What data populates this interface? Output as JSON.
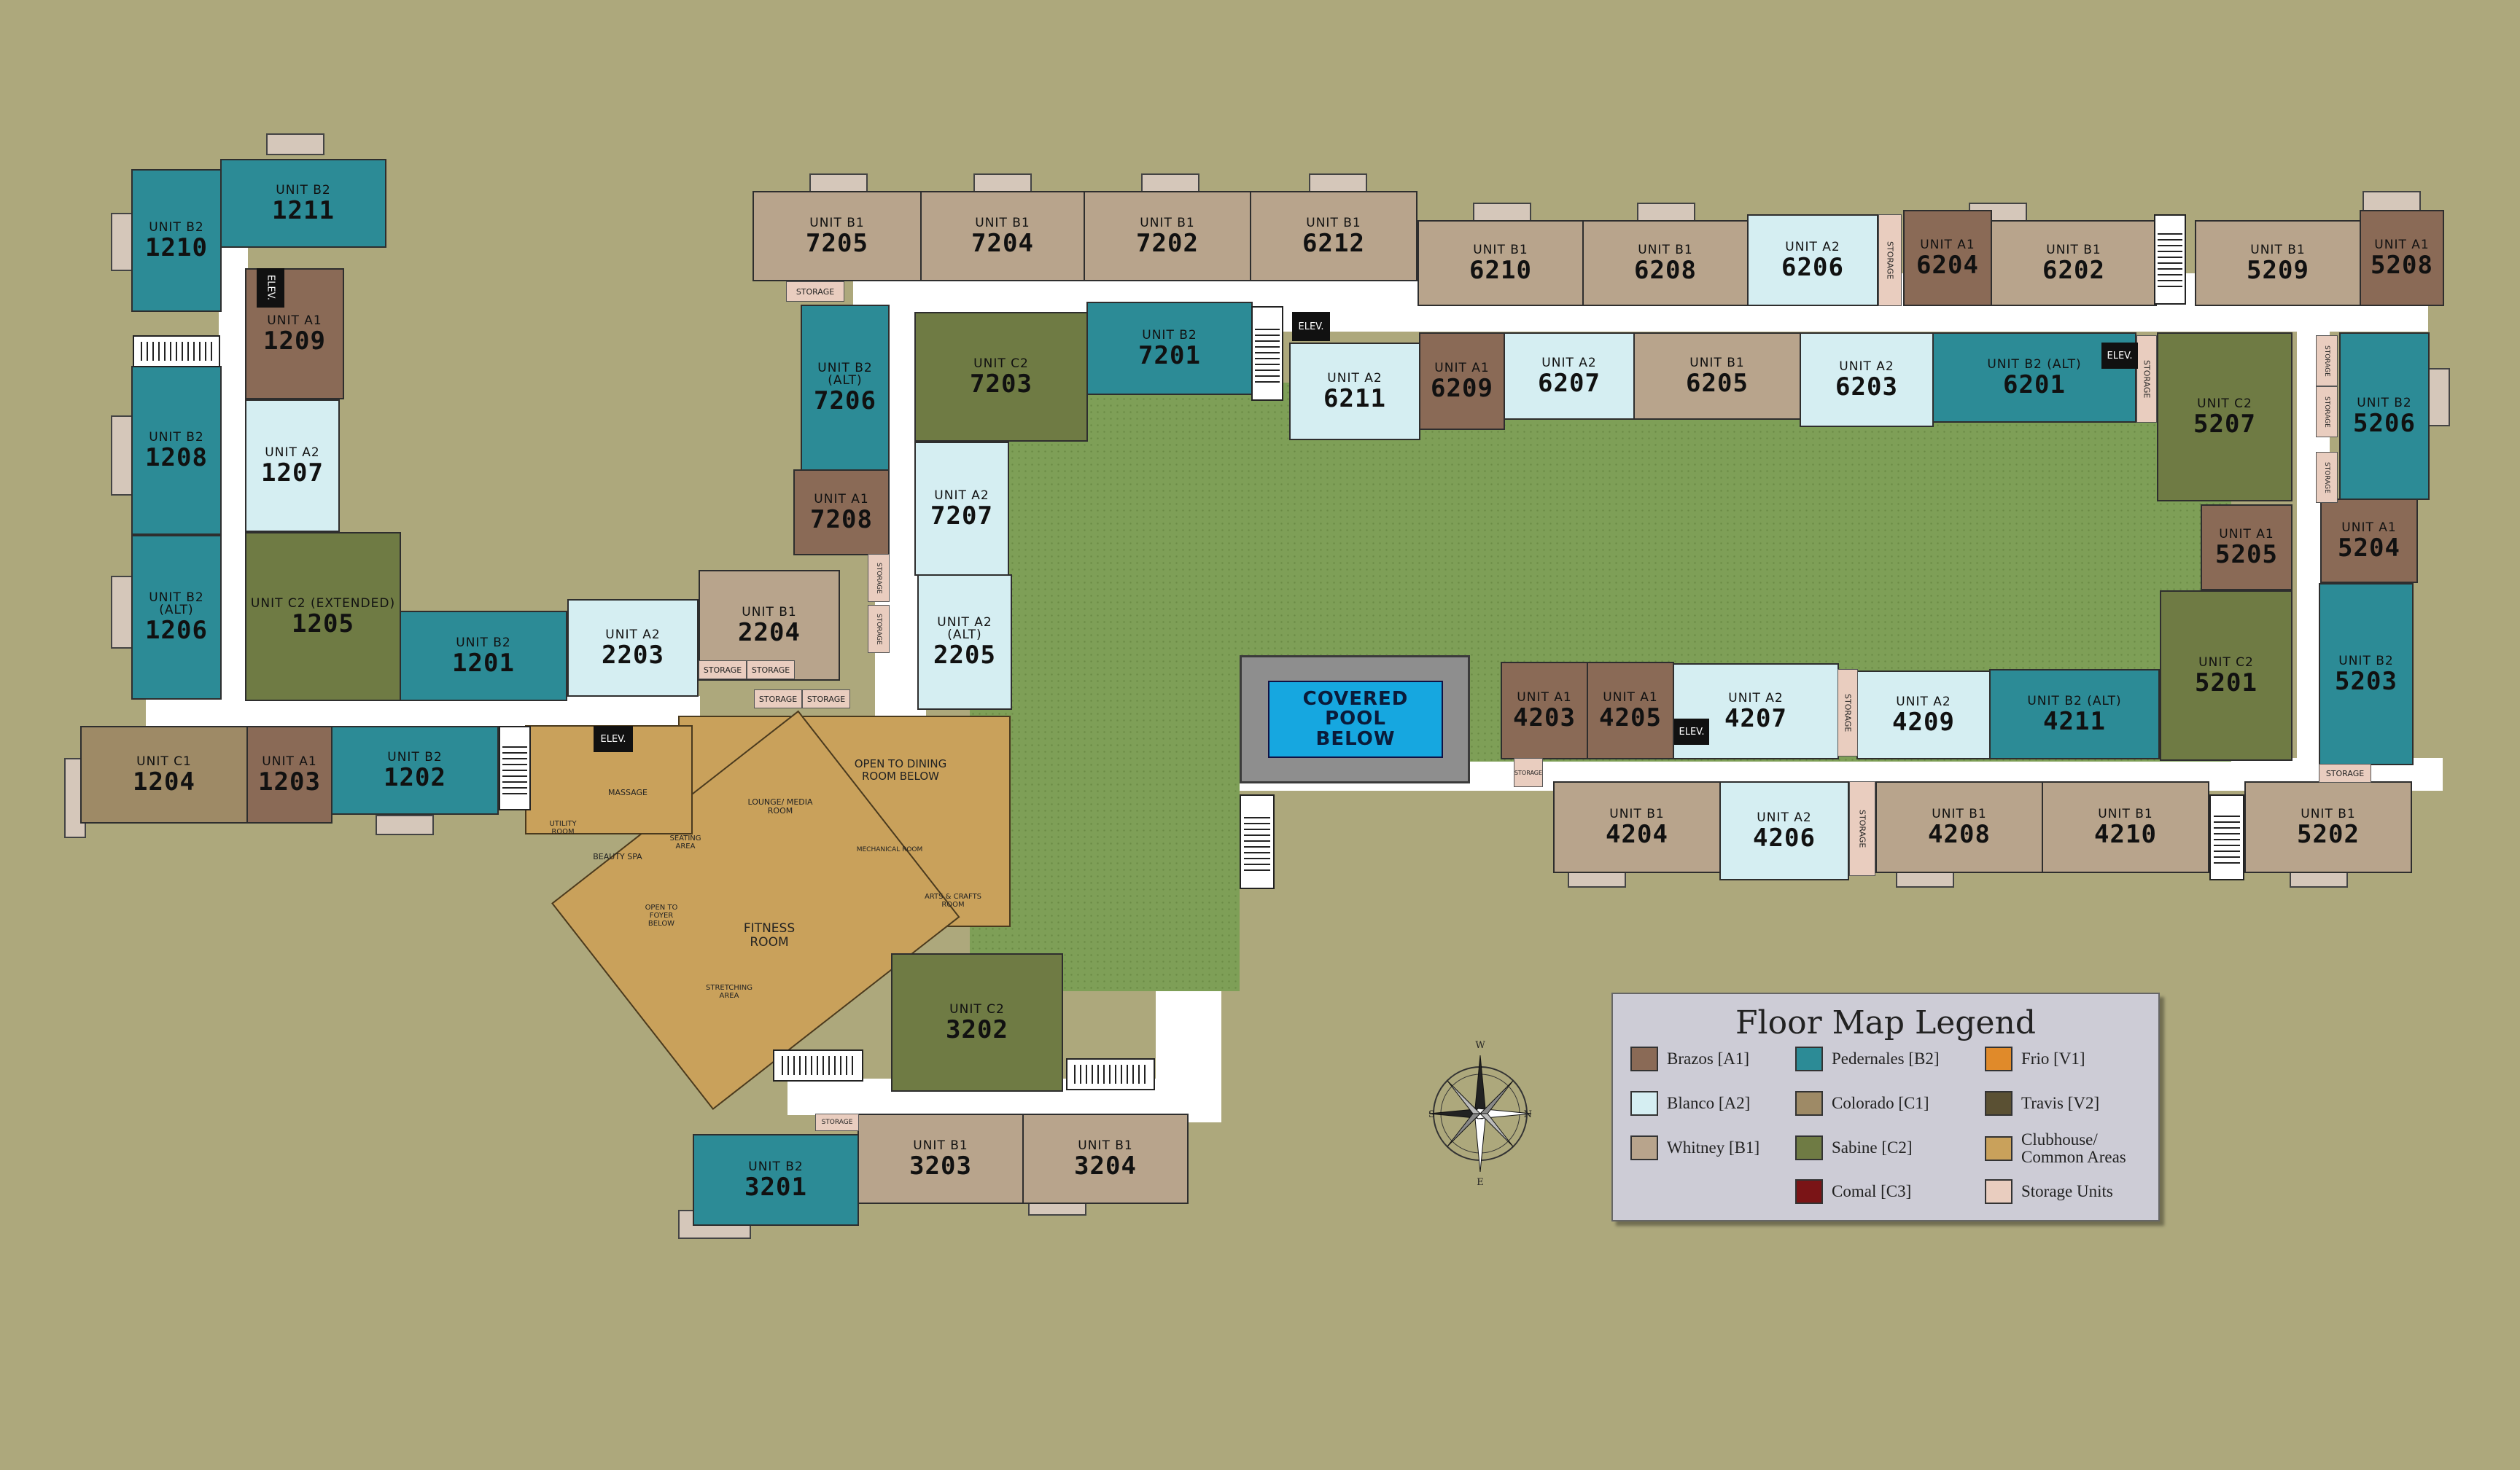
{
  "unit_label_prefix": "UNIT",
  "colors": {
    "background": "#ada87c",
    "brazos_a1": "#8a6a56",
    "blanco_a2": "#d5eef2",
    "whitney_b1": "#b8a48c",
    "pedernales_b2": "#2c8b96",
    "colorado_c1": "#9e8a66",
    "sabine_c2": "#6f7b44",
    "comal_c3": "#7a1416",
    "frio_v1": "#e08a2a",
    "travis_v2": "#5a5033",
    "clubhouse": "#c9a15b",
    "storage": "#e9cdbf",
    "courtyard": "#7e9f57",
    "pool_water": "#16a7e0"
  },
  "units": [
    {
      "type": "B2",
      "number": "1210"
    },
    {
      "type": "B2",
      "number": "1211"
    },
    {
      "type": "A1",
      "number": "1209"
    },
    {
      "type": "B2",
      "number": "1208"
    },
    {
      "type": "A2",
      "number": "1207"
    },
    {
      "type": "B2 (ALT)",
      "number": "1206"
    },
    {
      "type": "C2 (EXTENDED)",
      "number": "1205"
    },
    {
      "type": "B2",
      "number": "1201"
    },
    {
      "type": "A2",
      "number": "2203"
    },
    {
      "type": "B1",
      "number": "2204"
    },
    {
      "type": "C1",
      "number": "1204"
    },
    {
      "type": "A1",
      "number": "1203"
    },
    {
      "type": "B2",
      "number": "1202"
    },
    {
      "type": "B1",
      "number": "7205"
    },
    {
      "type": "B1",
      "number": "7204"
    },
    {
      "type": "B1",
      "number": "7202"
    },
    {
      "type": "B1",
      "number": "6212"
    },
    {
      "type": "B2 (ALT)",
      "number": "7206"
    },
    {
      "type": "C2",
      "number": "7203"
    },
    {
      "type": "B2",
      "number": "7201"
    },
    {
      "type": "A1",
      "number": "7208"
    },
    {
      "type": "A2",
      "number": "7207"
    },
    {
      "type": "A2 (ALT)",
      "number": "2205"
    },
    {
      "type": "B1",
      "number": "6210"
    },
    {
      "type": "B1",
      "number": "6208"
    },
    {
      "type": "A2",
      "number": "6206"
    },
    {
      "type": "A1",
      "number": "6204"
    },
    {
      "type": "B1",
      "number": "6202"
    },
    {
      "type": "B1",
      "number": "5209"
    },
    {
      "type": "A1",
      "number": "5208"
    },
    {
      "type": "A2",
      "number": "6211"
    },
    {
      "type": "A1",
      "number": "6209"
    },
    {
      "type": "A2",
      "number": "6207"
    },
    {
      "type": "B1",
      "number": "6205"
    },
    {
      "type": "A2",
      "number": "6203"
    },
    {
      "type": "B2 (ALT)",
      "number": "6201"
    },
    {
      "type": "C2",
      "number": "5207"
    },
    {
      "type": "B2",
      "number": "5206"
    },
    {
      "type": "A1",
      "number": "5205"
    },
    {
      "type": "A1",
      "number": "5204"
    },
    {
      "type": "B2",
      "number": "5203"
    },
    {
      "type": "C2",
      "number": "5201"
    },
    {
      "type": "A1",
      "number": "4203"
    },
    {
      "type": "A1",
      "number": "4205"
    },
    {
      "type": "A2",
      "number": "4207"
    },
    {
      "type": "A2",
      "number": "4209"
    },
    {
      "type": "B2 (ALT)",
      "number": "4211"
    },
    {
      "type": "B1",
      "number": "4204"
    },
    {
      "type": "A2",
      "number": "4206"
    },
    {
      "type": "B1",
      "number": "4208"
    },
    {
      "type": "B1",
      "number": "4210"
    },
    {
      "type": "B1",
      "number": "5202"
    },
    {
      "type": "C2",
      "number": "3202"
    },
    {
      "type": "B2",
      "number": "3201"
    },
    {
      "type": "B1",
      "number": "3203"
    },
    {
      "type": "B1",
      "number": "3204"
    }
  ],
  "labels": {
    "storage": "STORAGE",
    "elev": "ELEV.",
    "pool": "COVERED POOL BELOW",
    "open_dining": "OPEN TO DINING ROOM BELOW",
    "fitness": "FITNESS ROOM",
    "lounge": "LOUNGE/ MEDIA ROOM",
    "beauty_spa": "BEAUTY SPA",
    "massage": "MASSAGE",
    "utility": "UTILITY ROOM",
    "open_foyer": "OPEN TO FOYER BELOW",
    "stretching": "STRETCHING AREA",
    "seating": "SEATING AREA",
    "arts_crafts": "ARTS & CRAFTS ROOM",
    "mech": "MECHANICAL ROOM"
  },
  "compass": {
    "n": "N",
    "s": "S",
    "e": "E",
    "w": "W"
  },
  "legend": {
    "title": "Floor Map Legend",
    "items": [
      {
        "label": "Brazos [A1]",
        "color": "#8a6a56"
      },
      {
        "label": "Pedernales [B2]",
        "color": "#2c8b96"
      },
      {
        "label": "Frio [V1]",
        "color": "#e08a2a"
      },
      {
        "label": "Blanco [A2]",
        "color": "#d5eef2"
      },
      {
        "label": "Colorado [C1]",
        "color": "#9e8a66"
      },
      {
        "label": "Travis [V2]",
        "color": "#5a5033"
      },
      {
        "label": "Whitney [B1]",
        "color": "#b8a48c"
      },
      {
        "label": "Sabine [C2]",
        "color": "#6f7b44"
      },
      {
        "label": "Clubhouse/ Common Areas",
        "color": "#c9a15b"
      },
      {
        "label": "Comal [C3]",
        "color": "#7a1416"
      },
      {
        "label": "Storage Units",
        "color": "#e9cdbf"
      }
    ]
  }
}
